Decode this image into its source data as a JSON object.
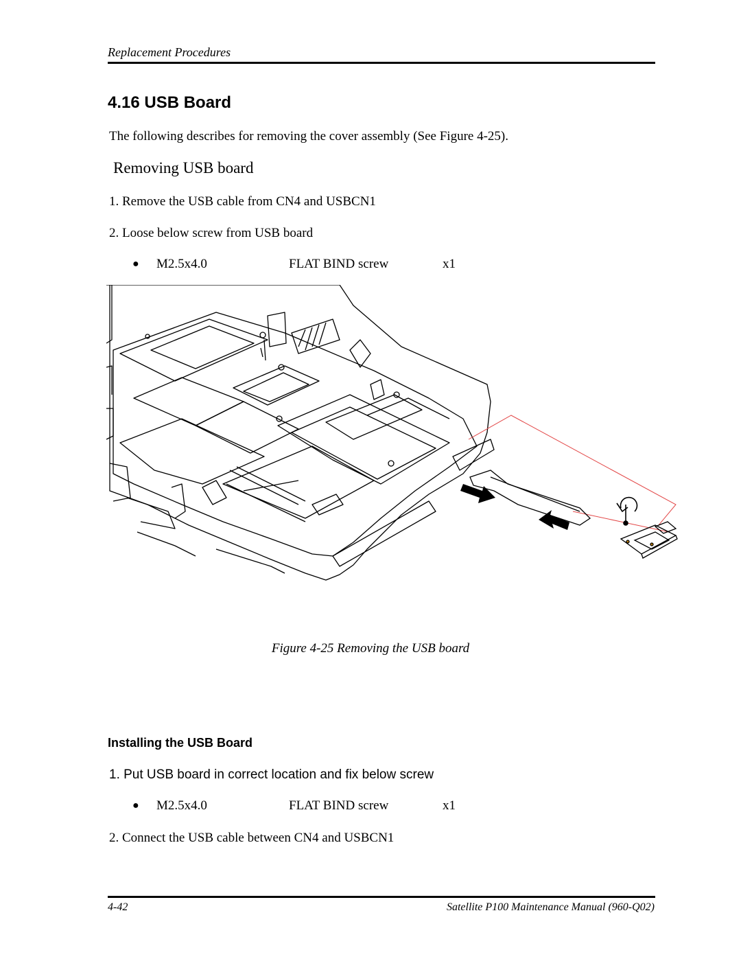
{
  "header": {
    "section_title": "Replacement Procedures"
  },
  "title": "4.16 USB Board",
  "intro": "The following describes for removing the cover assembly (See Figure 4-25).",
  "removing": {
    "heading": "Removing USB board",
    "step1": "1. Remove the USB cable from CN4 and USBCN1",
    "step2": "2. Loose below screw from USB board",
    "screw": {
      "size": "M2.5x4.0",
      "type": "FLAT BIND screw",
      "qty": "x1"
    }
  },
  "figure": {
    "caption": "Figure 4-25  Removing the USB board"
  },
  "installing": {
    "heading": "Installing the USB Board",
    "step1": "1. Put USB board in correct location and fix below screw",
    "screw": {
      "size": "M2.5x4.0",
      "type": "FLAT BIND screw",
      "qty": "x1"
    },
    "step2": "2. Connect the USB cable between CN4 and USBCN1"
  },
  "footer": {
    "page": "4-42",
    "manual": "Satellite P100 Maintenance Manual (960-Q02)"
  },
  "colors": {
    "leader_line": "#e34848",
    "text": "#000000"
  }
}
